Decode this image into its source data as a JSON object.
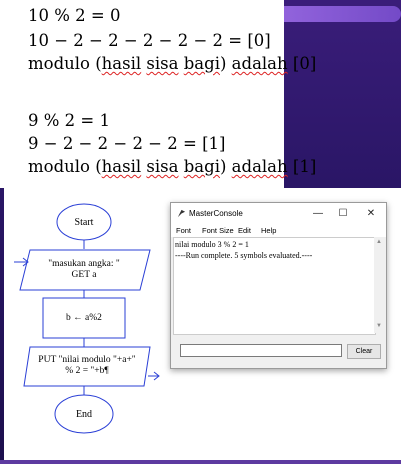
{
  "doc": {
    "block1": {
      "eq1": "10 % 2 = 0",
      "eq2": "10 − 2 − 2 − 2 − 2 − 2 = [0]",
      "modulo_word": "modulo",
      "paren_open": "(",
      "w_hasil": "hasil",
      "w_sisa": "sisa",
      "w_bagi": "bagi",
      "paren_close": ")",
      "w_adalah": "adalah",
      "result": "[0]"
    },
    "block2": {
      "eq1": "9 % 2 = 1",
      "eq2": "9 − 2 − 2 − 2 − 2 = [1]",
      "modulo_word": "modulo",
      "paren_open": "(",
      "w_hasil": "hasil",
      "w_sisa": "sisa",
      "w_bagi": "bagi",
      "paren_close": ")",
      "w_adalah": "adalah",
      "result": "[1]"
    }
  },
  "flowchart": {
    "start": "Start",
    "input_line1": "\"masukan angka: \"",
    "input_line2": "GET a",
    "process": "b ← a%2",
    "output_line1": "PUT \"nilai modulo \"+a+\"",
    "output_line2": "% 2 = \"+b¶",
    "end": "End"
  },
  "window": {
    "title": "MasterConsole",
    "minimize": "—",
    "maximize": "☐",
    "close": "✕",
    "menu": [
      "Font",
      "Font Size",
      "Edit",
      "Help"
    ],
    "console_lines": [
      "nilai modulo 3 % 2 = 1",
      "----Run complete.  5 symbols evaluated.----"
    ],
    "clear_label": "Clear",
    "input_value": ""
  },
  "colors": {
    "flow_stroke": "#2a3fd6",
    "squiggle": "#dd2222"
  }
}
